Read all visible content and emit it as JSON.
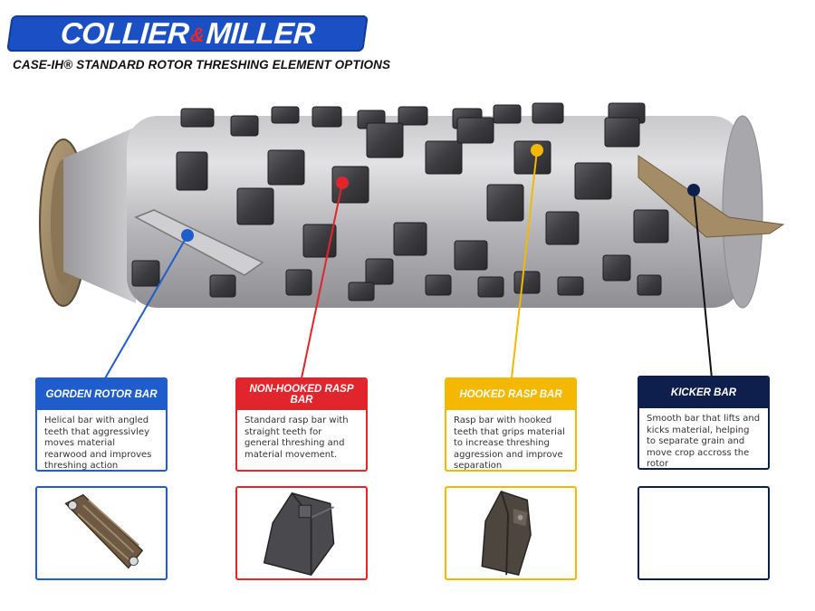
{
  "brand": {
    "left": "COLLIER",
    "amp": "&",
    "right": "MILLER"
  },
  "subtitle": "CASE-IH® STANDARD ROTOR THRESHING ELEMENT OPTIONS",
  "colors": {
    "brand_blue": "#1b4fc4",
    "gorden": "#1f5ccc",
    "non_hooked": "#e0262c",
    "hooked": "#f5b800",
    "kicker": "#0f1f4d"
  },
  "elements": [
    {
      "title": "GORDEN ROTOR BAR",
      "description": "Helical bar with angled teeth that aggressivley moves material rearwood and improves threshing action",
      "color": "#1f5ccc",
      "icon": "gorden-rotor-bar-image"
    },
    {
      "title": "NON-HOOKED RASP BAR",
      "description": "Standard rasp bar with straight teeth for general threshing and material movement.",
      "color": "#e0262c",
      "icon": "non-hooked-rasp-bar-image"
    },
    {
      "title": "HOOKED RASP BAR",
      "description": "Rasp bar with hooked teeth that grips material to increase threshing aggression and improve separation",
      "color": "#f5b800",
      "icon": "hooked-rasp-bar-image"
    },
    {
      "title": "KICKER BAR",
      "description": "Smooth bar that lifts and kicks material, helping to separate grain and move crop accross the rotor",
      "color": "#0f1f4d",
      "icon": "kicker-bar-image"
    }
  ]
}
